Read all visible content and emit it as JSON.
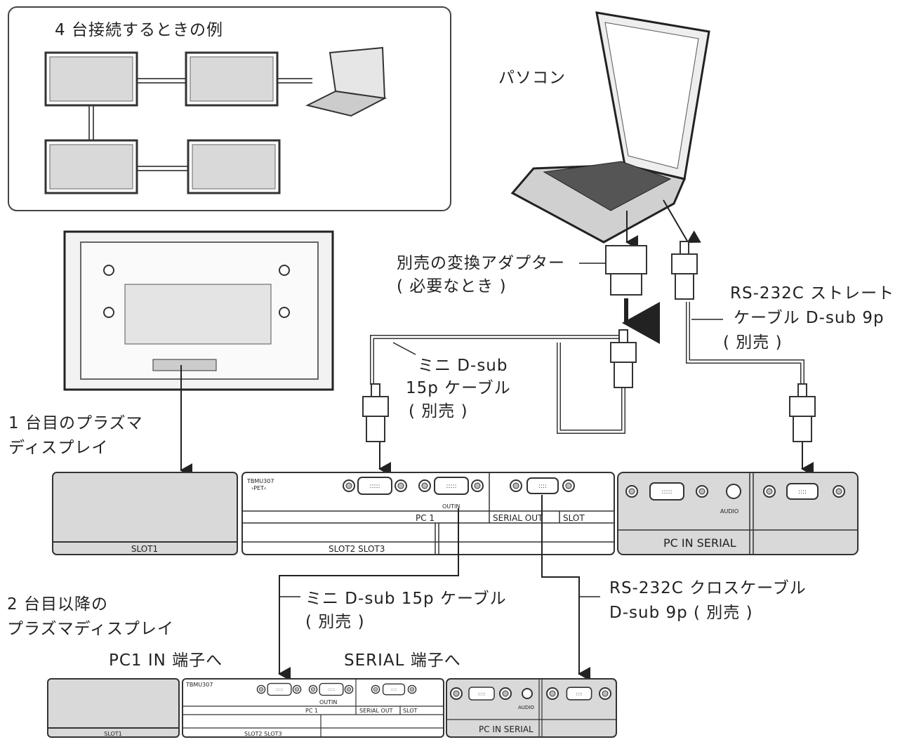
{
  "inset": {
    "title": "4 台接続するときの例"
  },
  "pc_label": "パソコン",
  "adapter": {
    "line1": "別売の変換アダプター",
    "line2": "( 必要なとき )"
  },
  "rs232_straight": {
    "line1": "RS-232C ストレート",
    "line2": "ケーブル D-sub 9p",
    "line3": "( 別売 )"
  },
  "minidsub_top": {
    "line1": "ミニ D-sub",
    "line2": "15p ケーブル",
    "line3": "( 別売 )"
  },
  "first_display": {
    "line1": "1 台目のプラズマ",
    "line2": "ディスプレイ"
  },
  "second_display": {
    "line1": "2 台目以降の",
    "line2": "プラズマディスプレイ"
  },
  "minidsub_bottom": {
    "line1": "ミニ D-sub 15p ケーブル",
    "line2": "( 別売 )"
  },
  "rs232_cross": {
    "line1": "RS-232C クロスケーブル",
    "line2": "D-sub 9p ( 別売 )"
  },
  "pc1_in_label": "PC1 IN 端子へ",
  "serial_label": "SERIAL 端子へ",
  "panel": {
    "slot1": "SLOT1",
    "model": "TBMU307",
    "model2": "›PET‹",
    "outin": "OUTIN",
    "pc1": "PC 1",
    "serial_out": "SERIAL OUT",
    "slot": "SLOT",
    "slot23": "SLOT2 SLOT3",
    "audio": "AUDIO",
    "pcin_serial": "PC IN SERIAL"
  }
}
